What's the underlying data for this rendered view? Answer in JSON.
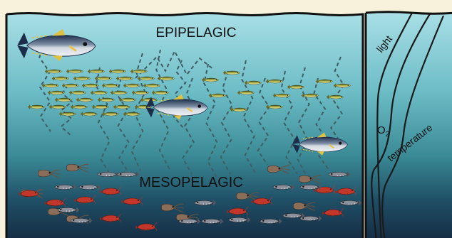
{
  "zones": {
    "upper": "EPIPELAGIC",
    "lower": "MESOPELAGIC"
  },
  "profile": {
    "light": "light",
    "oxygen_base": "O",
    "oxygen_sub": "2",
    "temperature": "temperature"
  },
  "colors": {
    "surface_water": "#a9dfe6",
    "mid_water": "#3c8c98",
    "deep_water": "#152b42",
    "outline": "#111111",
    "migration_path": "#3e5e63",
    "background": "#f8f2dc",
    "tuna_body": "#b8c0cc",
    "forage_fish": "#b7b84a",
    "squid": "#8a6e5a",
    "shrimp": "#c2372a",
    "lanternfish": "#8b8f9a"
  },
  "icons": [
    "tuna-icon",
    "forage-fish-icon",
    "squid-icon",
    "shrimp-icon",
    "lanternfish-icon"
  ]
}
